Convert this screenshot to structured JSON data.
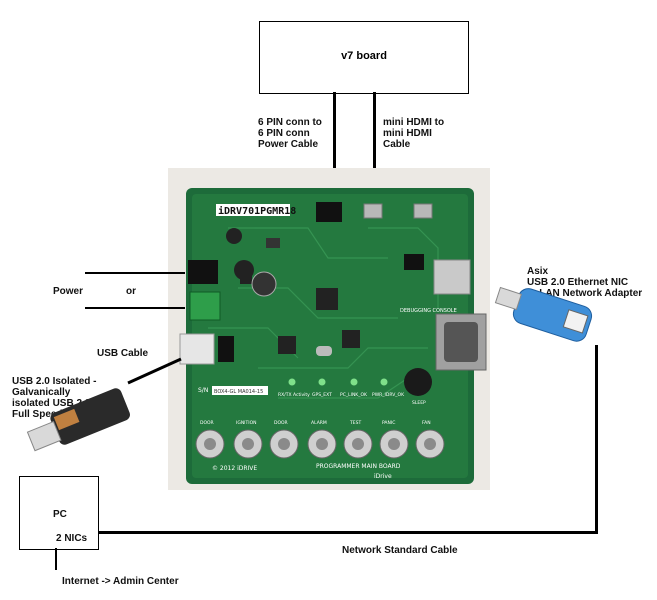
{
  "nodes": {
    "v7_board": "v7 board",
    "pc": "PC",
    "pc_nics": "2 NICs"
  },
  "connections": {
    "power_cable": "6 PIN conn to\n6 PIN conn\nPower Cable",
    "hdmi_cable": "mini HDMI to\nmini HDMI\nCable",
    "power": "Power",
    "or": "or",
    "usb_cable": "USB Cable",
    "usb_isolator": "USB 2.0 Isolated -\nGalvanically\nisolated USB 2.0\nFull Speed Adaptor",
    "nic_adapter": "Asix\nUSB 2.0 Ethernet NIC\nto LAN Network Adapter",
    "network_cable": "Network Standard Cable",
    "internet": "Internet -> Admin Center"
  },
  "board": {
    "silkscreen_id": "iDRV701PGMR18",
    "main_label": "PROGRAMMER MAIN BOARD",
    "brand": "iDrive",
    "copyright": "© 2012  iDRIVE",
    "debug_console": "DEBUGGING CONSOLE",
    "serial_label": "S/N",
    "serial_value": "BOX4-GL MA014-15",
    "led_labels": [
      "RX/TX\nActivity",
      "GPS_EXT",
      "PC_LINK_OK",
      "PWR_IDRV_OK",
      "SLEEP"
    ],
    "switch_labels": [
      "DOOR",
      "IGNITION",
      "DOOR",
      "ALARM",
      "TEST",
      "PANIC",
      "FAN"
    ]
  }
}
